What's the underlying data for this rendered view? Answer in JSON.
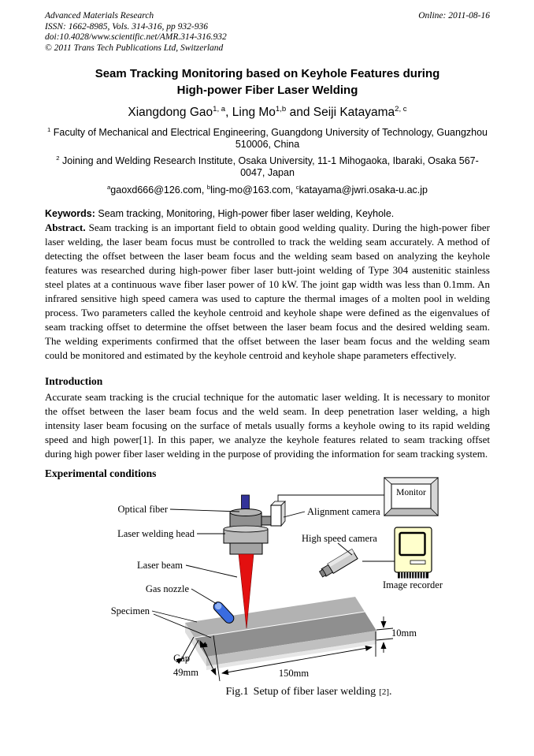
{
  "header": {
    "journal": "Advanced Materials Research",
    "issn_line": "ISSN: 1662-8985, Vols. 314-316, pp 932-936",
    "doi_line": "doi:10.4028/www.scientific.net/AMR.314-316.932",
    "copyright_line": "© 2011 Trans Tech Publications Ltd, Switzerland",
    "online_date": "Online: 2011-08-16"
  },
  "title": {
    "lines": [
      "Seam Tracking Monitoring based on Keyhole Features during",
      "High-power Fiber Laser Welding"
    ]
  },
  "authors": {
    "a1": "Xiangdong Gao",
    "a1s": "1, a",
    "c1": ", ",
    "a2": "Ling Mo",
    "a2s": "1,b",
    "c2": " and ",
    "a3": "Seiji Katayama",
    "a3s": "2, c"
  },
  "affiliations": {
    "a1s": "1",
    "a1": " Faculty of Mechanical and Electrical Engineering, Guangdong University of Technology, Guangzhou 510006, China",
    "a2s": "2",
    "a2": " Joining and Welding Research Institute, Osaka University, 11-1 Mihogaoka, Ibaraki, Osaka 567-0047, Japan"
  },
  "emails": {
    "s1": "a",
    "e1": "gaoxd666@126.com, ",
    "s2": "b",
    "e2": "ling-mo@163.com,  ",
    "s3": "c",
    "e3": "katayama@jwri.osaka-u.ac.jp"
  },
  "keywords": {
    "label": "Keywords:",
    "text": " Seam tracking, Monitoring, High-power fiber laser welding, Keyhole."
  },
  "abstract": {
    "label": "Abstract.",
    "text": " Seam tracking is an important field to obtain good welding quality. During the high-power fiber laser welding, the laser beam focus must be controlled to track the welding seam accurately. A method of detecting the offset between the laser beam focus and the welding seam based on analyzing the keyhole features was researched during high-power fiber laser butt-joint welding of Type 304 austenitic stainless steel plates at a continuous wave fiber laser power of 10 kW. The joint gap width was less than 0.1mm. An infrared sensitive high speed camera was used to capture the thermal images of a molten pool in welding process. Two parameters called the keyhole centroid and keyhole shape were defined as the eigenvalues of seam tracking offset to determine the offset between the laser beam focus and the desired welding seam. The welding experiments confirmed that the offset between the laser beam focus and the welding seam could be monitored and estimated by the keyhole centroid and keyhole shape parameters effectively."
  },
  "sections": {
    "intro_heading": "Introduction",
    "intro_body": "Accurate seam tracking is the crucial technique for the automatic laser welding. It is necessary to monitor the offset between the laser beam focus and the weld seam. In deep penetration laser welding, a high intensity laser beam focusing on the surface of metals usually forms a keyhole owing to its rapid welding speed and high power[1]. In this paper, we analyze the keyhole features related to seam tracking offset during high power fiber laser welding in the purpose of providing the information for seam tracking system.",
    "experimental_heading": "Experimental conditions"
  },
  "figure": {
    "labels": {
      "optical_fiber": "Optical fiber",
      "laser_welding_head": "Laser welding head",
      "laser_beam": "Laser beam",
      "gas_nozzle": "Gas nozzle",
      "specimen": "Specimen",
      "alignment_camera": "Alignment camera",
      "high_speed_camera": "High speed camera",
      "monitor": "Monitor",
      "image_recorder": "Image recorder",
      "gap": "Gap",
      "dim_49": "49mm",
      "dim_150": "150mm",
      "dim_10": "10mm"
    },
    "caption": {
      "fig": "Fig.1",
      "main": "Setup of fiber laser welding",
      "ref": "[2]",
      "end": "."
    },
    "colors": {
      "optical_fiber": "#333399",
      "laser_beam": "#e31010",
      "gas_nozzle": "#3a6ce0",
      "image_recorder_body": "#ffffcc",
      "back_plate": "#b2b2b2",
      "front_plate": "#8f8f8f",
      "head_gray": "#8f8f8f"
    }
  }
}
